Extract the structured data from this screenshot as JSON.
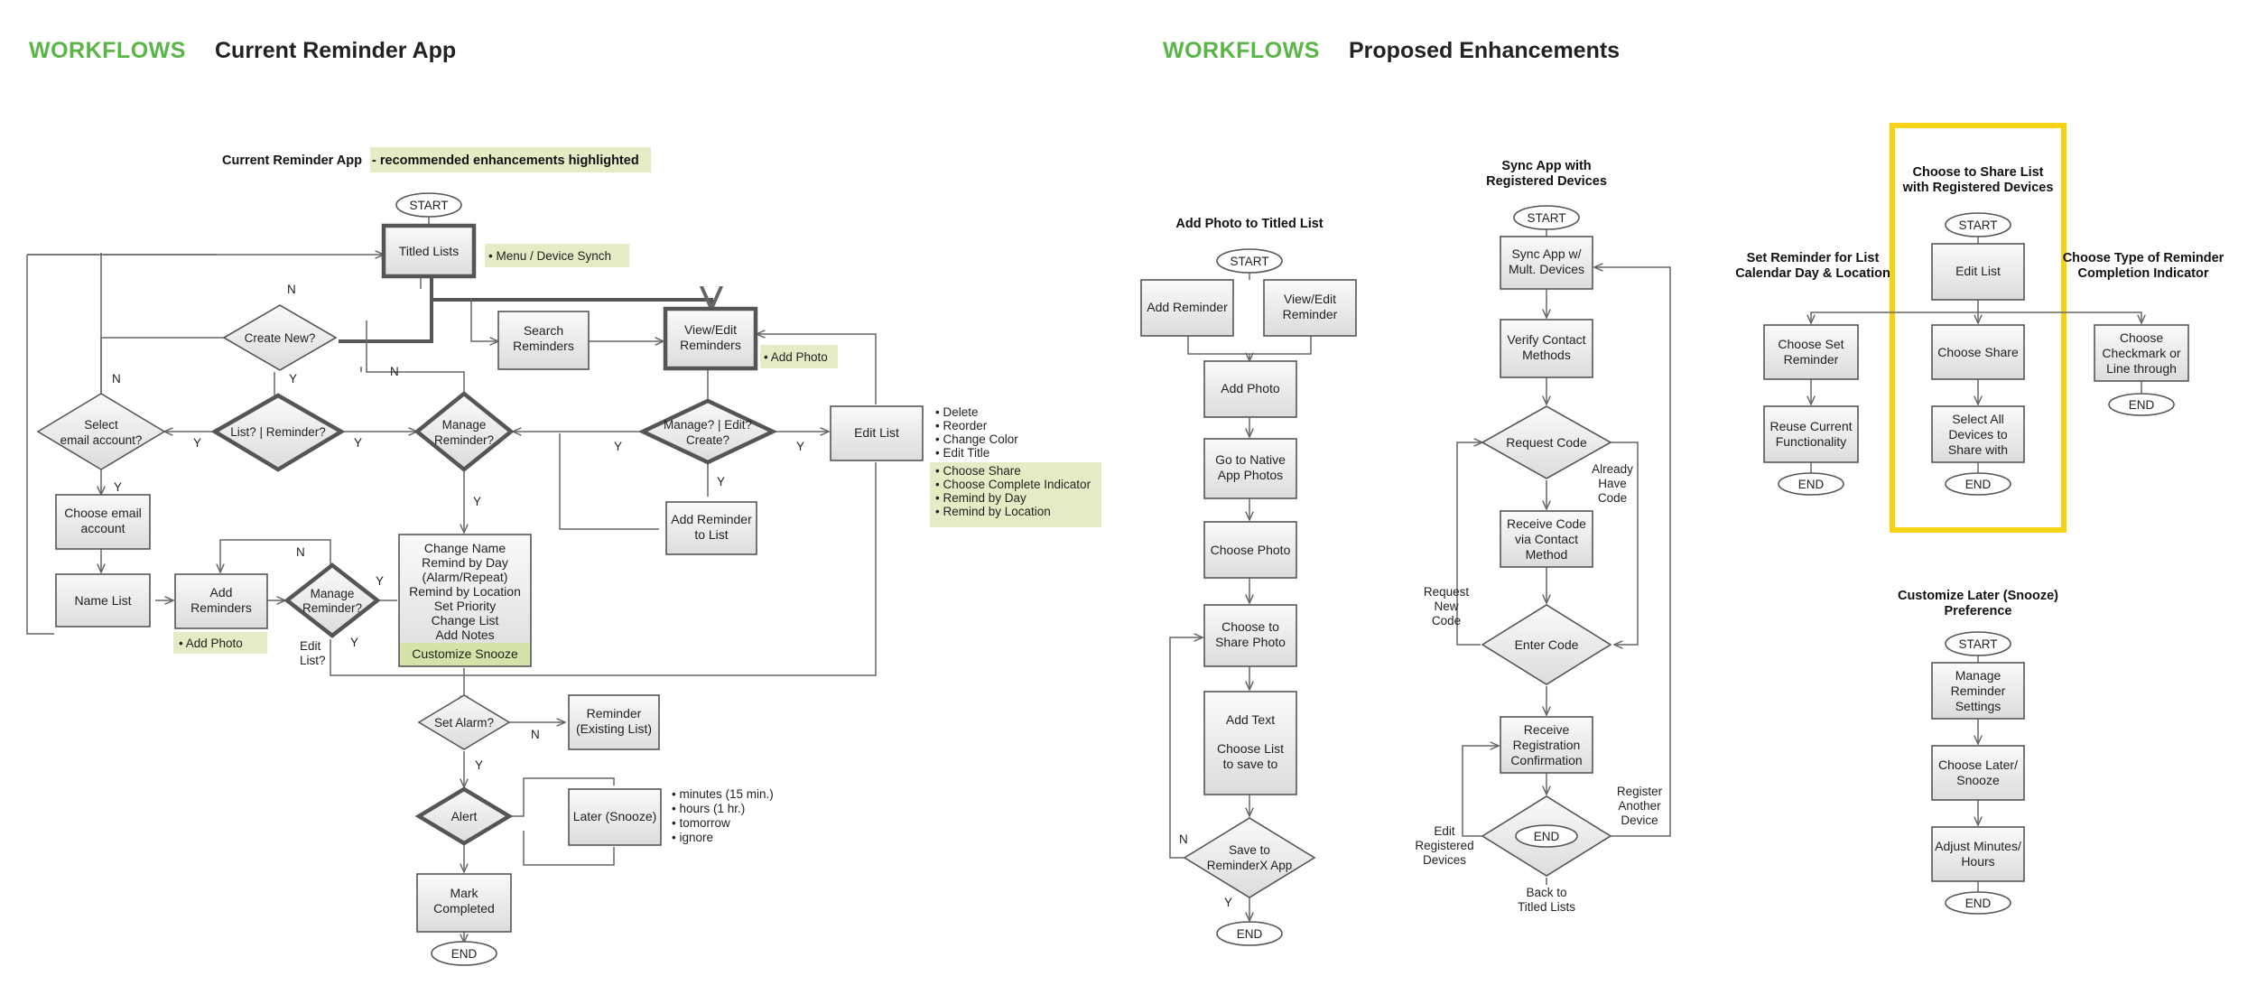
{
  "headers": {
    "left_section": "WORKFLOWS",
    "left_title": "Current Reminder App",
    "right_section": "WORKFLOWS",
    "right_title": "Proposed Enhancements"
  },
  "current_flow": {
    "title_prefix": "Current Reminder App",
    "title_highlight": "- recommended enhancements highlighted",
    "start": "START",
    "titled_lists": "Titled Lists",
    "menu_note": "• Menu / Device Synch",
    "create_new": "Create New?",
    "search": [
      "Search",
      "Reminders"
    ],
    "view_edit": [
      "View/Edit",
      "Reminders"
    ],
    "add_photo_note": "• Add Photo",
    "select_email": [
      "Select",
      "email account?"
    ],
    "list_reminder": "List? | Reminder?",
    "manage_reminder": [
      "Manage",
      "Reminder?"
    ],
    "manage_edit_create": [
      "Manage? | Edit?",
      "Create?"
    ],
    "edit_list": "Edit List",
    "edit_list_options": [
      "• Delete",
      "• Reorder",
      "• Change Color",
      "• Edit Title"
    ],
    "edit_list_options_highlight": [
      "• Choose Share",
      "• Choose Complete Indicator",
      "• Remind by Day",
      "• Remind by Location"
    ],
    "choose_email": [
      "Choose email",
      "account"
    ],
    "add_reminder_to_list": [
      "Add Reminder",
      "to List"
    ],
    "name_list": "Name List",
    "add_reminders": [
      "Add",
      "Reminders"
    ],
    "add_photo_note2": "• Add Photo",
    "manage_reminder2": [
      "Manage",
      "Reminder?"
    ],
    "edit_list_q": [
      "Edit",
      "List?"
    ],
    "reminder_options": [
      "Change Name",
      "Remind by Day",
      "(Alarm/Repeat)",
      "Remind by Location",
      "Set Priority",
      "Change List",
      "Add Notes"
    ],
    "customize_snooze": "Customize Snooze",
    "set_alarm": "Set Alarm?",
    "reminder_existing": [
      "Reminder",
      "(Existing List)"
    ],
    "alert": "Alert",
    "later_snooze": "Later (Snooze)",
    "snooze_options": [
      "• minutes (15 min.)",
      "• hours (1 hr.)",
      "• tomorrow",
      "• ignore"
    ],
    "mark_completed": [
      "Mark",
      "Completed"
    ],
    "end": "END",
    "labels": {
      "y": "Y",
      "n": "N"
    }
  },
  "add_photo_flow": {
    "title": "Add Photo to Titled List",
    "start": "START",
    "add_reminder": "Add Reminder",
    "view_edit": [
      "View/Edit",
      "Reminder"
    ],
    "add_photo": "Add Photo",
    "go_native": [
      "Go to Native",
      "App Photos"
    ],
    "choose_photo": "Choose Photo",
    "choose_share_photo": [
      "Choose to",
      "Share Photo"
    ],
    "add_text": [
      "Add Text",
      "",
      "Choose List",
      "to save to"
    ],
    "save_to": [
      "Save to",
      "ReminderX App"
    ],
    "end": "END"
  },
  "sync_flow": {
    "title": [
      "Sync App with",
      "Registered Devices"
    ],
    "start": "START",
    "sync_app": [
      "Sync App w/",
      "Mult. Devices"
    ],
    "verify": [
      "Verify Contact",
      "Methods"
    ],
    "request_code": "Request Code",
    "already_have": [
      "Already",
      "Have",
      "Code"
    ],
    "receive_code": [
      "Receive Code",
      "via Contact",
      "Method"
    ],
    "request_new": [
      "Request",
      "New",
      "Code"
    ],
    "enter_code": "Enter Code",
    "receive_reg": [
      "Receive",
      "Registration",
      "Confirmation"
    ],
    "end": "END",
    "edit_registered": [
      "Edit",
      "Registered",
      "Devices"
    ],
    "register_another": [
      "Register",
      "Another",
      "Device"
    ],
    "back_to": [
      "Back to",
      "Titled Lists"
    ]
  },
  "share_flow": {
    "title": [
      "Choose to Share List",
      "with Registered Devices"
    ],
    "start": "START",
    "edit_list": "Edit List",
    "choose_share": "Choose Share",
    "select_all": [
      "Select All",
      "Devices to",
      "Share with"
    ],
    "end": "END"
  },
  "set_reminder_flow": {
    "title": [
      "Set Reminder for List",
      "Calendar Day & Location"
    ],
    "choose_set": [
      "Choose Set",
      "Reminder"
    ],
    "reuse": [
      "Reuse Current",
      "Functionality"
    ],
    "end": "END"
  },
  "completion_flow": {
    "title": [
      "Choose Type of Reminder",
      "Completion Indicator"
    ],
    "choose_checkmark": [
      "Choose",
      "Checkmark or",
      "Line through"
    ],
    "end": "END"
  },
  "snooze_flow": {
    "title": [
      "Customize Later (Snooze)",
      "Preference"
    ],
    "start": "START",
    "manage_settings": [
      "Manage",
      "Reminder",
      "Settings"
    ],
    "choose_later": [
      "Choose Later/",
      "Snooze"
    ],
    "adjust": [
      "Adjust Minutes/",
      "Hours"
    ],
    "end": "END"
  },
  "colors": {
    "accent_green": "#5ab547",
    "highlight": "#e3ecc4",
    "focus_frame": "#f5d312"
  }
}
